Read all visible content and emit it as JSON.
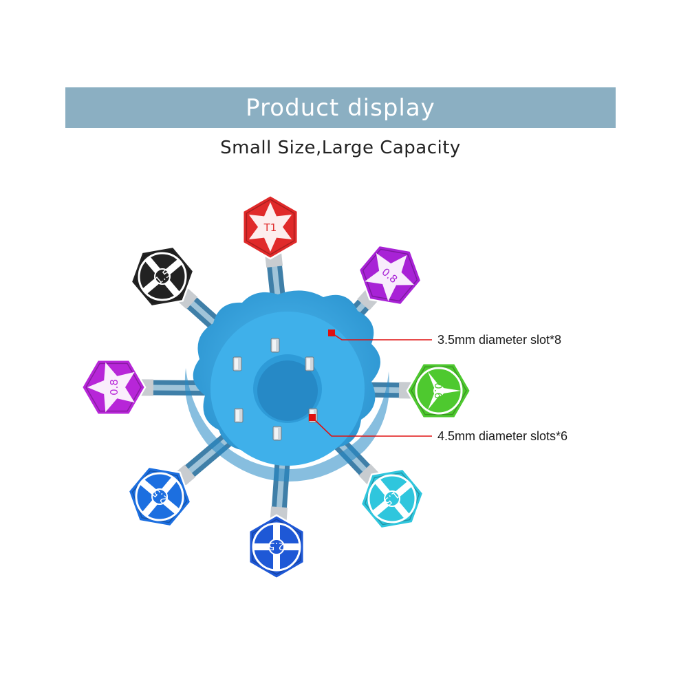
{
  "header": {
    "title": "Product display",
    "subtitle": "Small Size,Large Capacity"
  },
  "callouts": [
    {
      "label": "3.5mm diameter slot*8"
    },
    {
      "label": "4.5mm diameter slots*6"
    }
  ],
  "colors": {
    "banner": "#8bafc2",
    "base": "#3aa9e2",
    "callout_marker": "#e01010"
  },
  "bits": [
    {
      "label": "T1",
      "tip": "star-6",
      "color": "#e02a2a",
      "icon": "torx-star-icon"
    },
    {
      "label": "0.8",
      "tip": "star-5",
      "color": "#a822d6",
      "icon": "pentalobe-star-icon"
    },
    {
      "label": "0.6",
      "tip": "tri-wing",
      "color": "#4ec92f",
      "icon": "tri-wing-icon"
    },
    {
      "label": "1.5",
      "tip": "cross",
      "color": "#2fc6dd",
      "icon": "phillips-cross-icon"
    },
    {
      "label": "2.5",
      "tip": "cross",
      "color": "#1e58d6",
      "icon": "phillips-cross-icon"
    },
    {
      "label": "2.5",
      "tip": "cross",
      "color": "#1c6fe0",
      "icon": "phillips-cross-icon"
    },
    {
      "label": "0.8",
      "tip": "star-5",
      "color": "#b726d8",
      "icon": "pentalobe-star-icon"
    },
    {
      "label": "1.5",
      "tip": "cross",
      "color": "#222222",
      "icon": "phillips-cross-icon"
    }
  ]
}
